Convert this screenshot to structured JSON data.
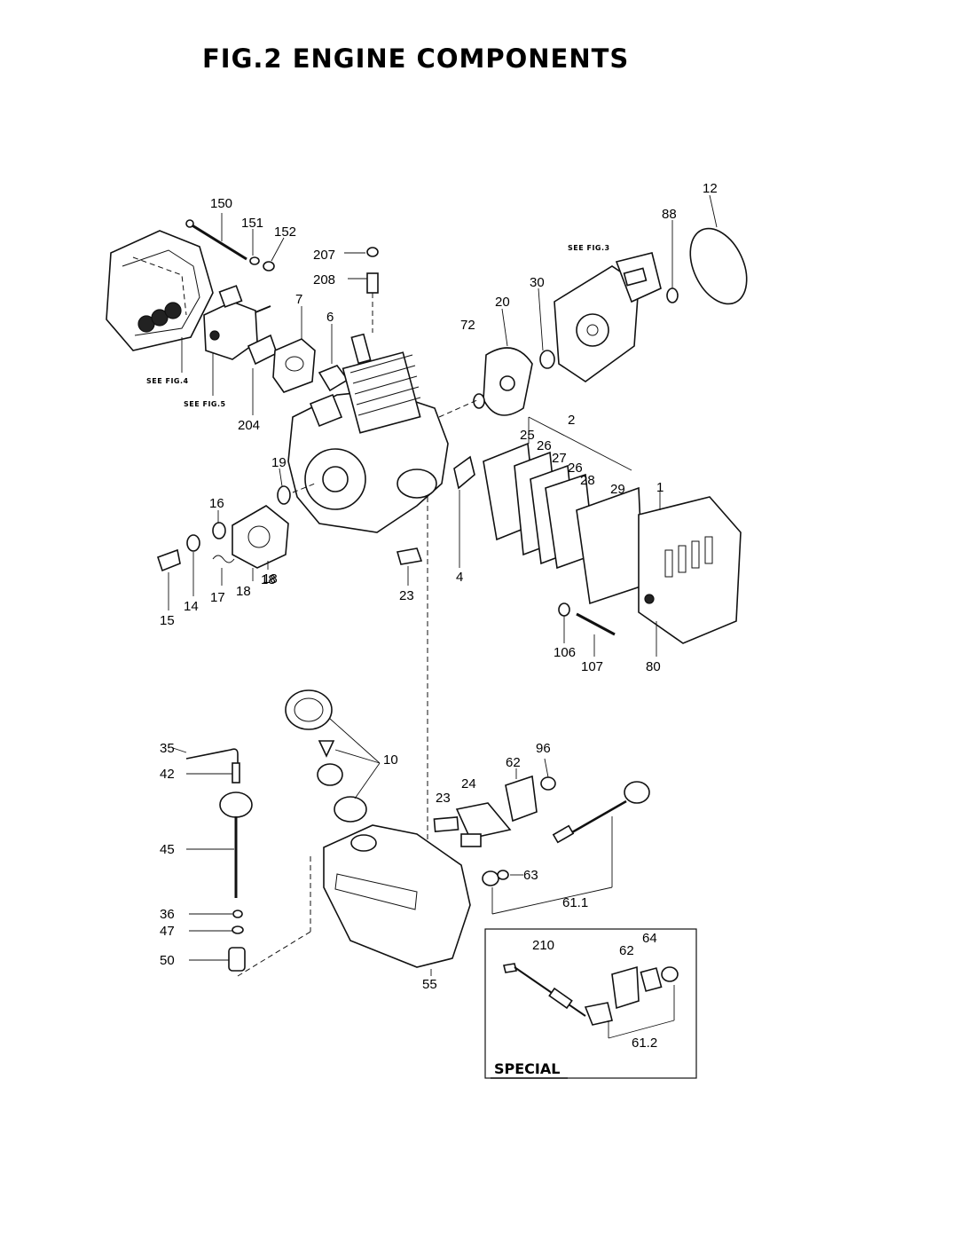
{
  "title": "FIG.2   ENGINE COMPONENTS",
  "see_refs": {
    "fig3": "SEE FIG.3",
    "fig4": "SEE FIG.4",
    "fig5": "SEE FIG.5"
  },
  "special_box": {
    "label": "SPECIAL"
  },
  "labels": {
    "p150": "150",
    "p151": "151",
    "p152": "152",
    "p207": "207",
    "p208": "208",
    "p7": "7",
    "p6": "6",
    "p204": "204",
    "p12": "12",
    "p88": "88",
    "p30": "30",
    "p20": "20",
    "p72": "72",
    "p2": "2",
    "p25": "25",
    "p26a": "26",
    "p27": "27",
    "p26b": "26",
    "p28": "28",
    "p29": "29",
    "p1": "1",
    "p19": "19",
    "p16": "16",
    "p4": "4",
    "p23a": "23",
    "p18a": "18",
    "p18b": "18",
    "p18c": "18",
    "p17": "17",
    "p14": "14",
    "p15": "15",
    "p106": "106",
    "p107": "107",
    "p80": "80",
    "p35": "35",
    "p42": "42",
    "p45": "45",
    "p36": "36",
    "p47": "47",
    "p50": "50",
    "p10": "10",
    "p96": "96",
    "p62a": "62",
    "p24": "24",
    "p23b": "23",
    "p63": "63",
    "p611": "61.1",
    "p55": "55",
    "p210": "210",
    "p62b": "62",
    "p64": "64",
    "p612": "61.2"
  }
}
